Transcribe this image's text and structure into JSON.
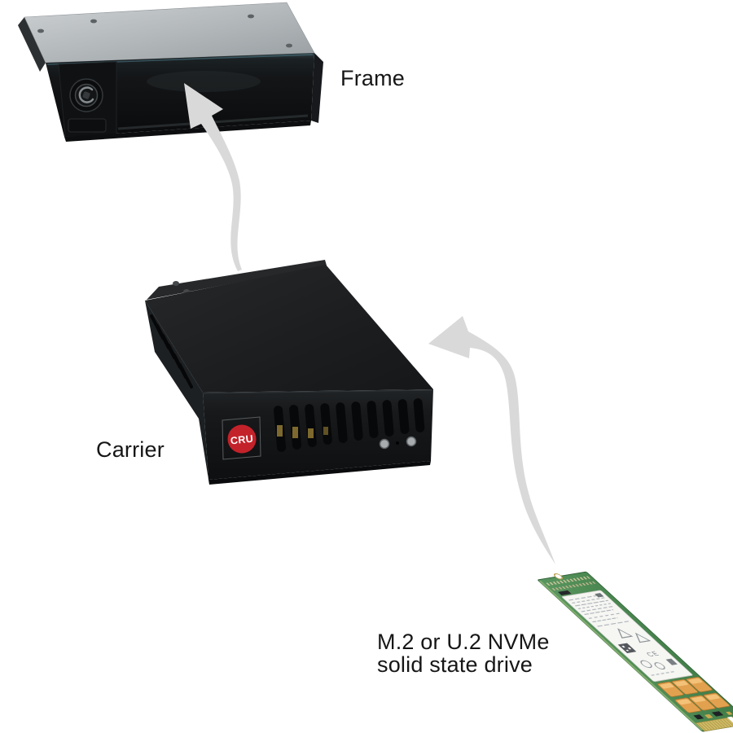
{
  "diagram": {
    "background_color": "#ffffff",
    "labels": {
      "frame": "Frame",
      "carrier": "Carrier",
      "ssd_line1": "M.2 or U.2 NVMe",
      "ssd_line2": "solid state drive"
    },
    "carrier_logo": {
      "text": "CRU",
      "color": "#c4222a"
    },
    "ssd": {
      "ce_mark": "CE"
    },
    "colors": {
      "arrow": "#d9d9d9",
      "frame_top_metal": "#b4b9bb",
      "chassis_black": "#141618",
      "pcb_green": "#4c8852",
      "capacitor_orange": "#e2a14f",
      "connector_gold": "#ccb867",
      "label_text": "#161616"
    }
  }
}
